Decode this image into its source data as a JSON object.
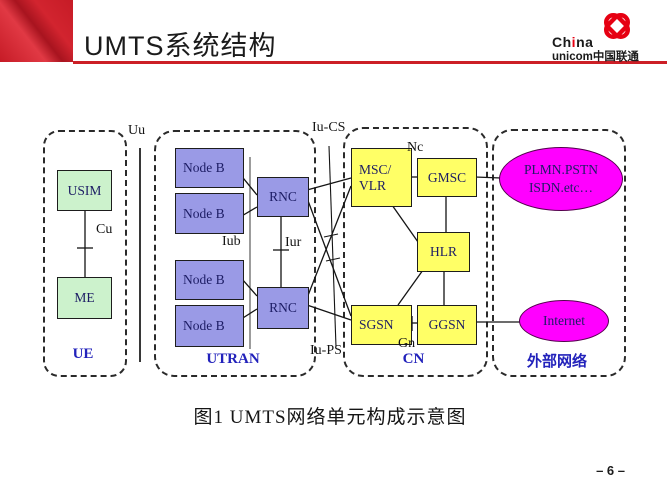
{
  "header": {
    "title": "UMTS系统结构"
  },
  "logo": {
    "china_pre": "Ch",
    "china_i": "i",
    "china_na": "na",
    "unicom": "unicom",
    "cn_name": "中国联通",
    "brand_red": "#e60012"
  },
  "diagram": {
    "groups": {
      "ue": {
        "label": "UE"
      },
      "utran": {
        "label": "UTRAN"
      },
      "cn": {
        "label": "CN"
      },
      "external": {
        "label": "外部网络"
      }
    },
    "boxes": {
      "usim": "USIM",
      "me": "ME",
      "node_b": [
        "Node B",
        "Node B",
        "Node B",
        "Node B"
      ],
      "rnc": [
        "RNC",
        "RNC"
      ],
      "msc_line1": "MSC/",
      "msc_line2": "VLR",
      "gmsc": "GMSC",
      "hlr": "HLR",
      "sgsn": "SGSN",
      "ggsn": "GGSN"
    },
    "ellipses": {
      "plmn_line1": "PLMN.PSTN",
      "plmn_line2": "ISDN.etc…",
      "internet": "Internet"
    },
    "interfaces": {
      "uu": "Uu",
      "cu": "Cu",
      "iub": "Iub",
      "iur": "Iur",
      "iu_cs": "Iu-CS",
      "iu_ps": "Iu-PS",
      "nc": "Nc",
      "gn": "Gn"
    },
    "colors": {
      "header_red": "#cc1f26",
      "node_purple": "#9a9ae6",
      "terminal_green": "#ccf2cc",
      "core_yellow": "#ffff66",
      "external_magenta": "#ff00ff",
      "group_label_blue": "#2222bb"
    }
  },
  "caption": "图1 UMTS网络单元构成示意图",
  "footer": {
    "page_number": "– 6 –"
  }
}
